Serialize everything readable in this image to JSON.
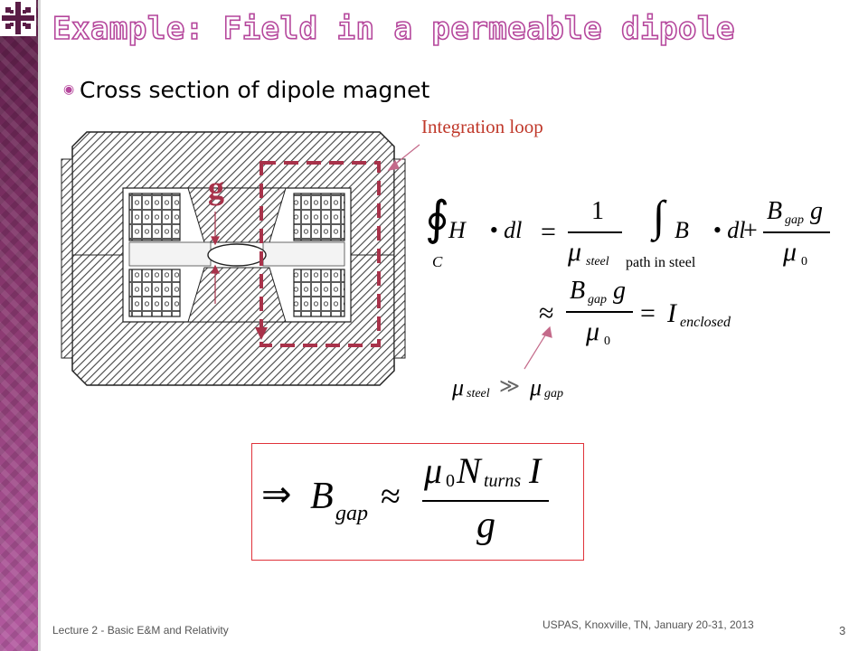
{
  "slide": {
    "title": "Example: Field in a permeable dipole",
    "bullet": "Cross section of dipole magnet",
    "annotation": "Integration loop",
    "gap_label": "g",
    "page_number": "3"
  },
  "equations": {
    "loop_integral": {
      "lhs_symbol": "∮",
      "lhs_field": "H⃗ • dl⃗",
      "lhs_subscript": "C",
      "equals": "=",
      "fraction_num": "1",
      "fraction_den_base": "μ",
      "fraction_den_sub": "steel",
      "rhs_integral": "∫",
      "rhs_field": "B⃗ • dl⃗",
      "rhs_subscript": "path in steel",
      "plus": "+",
      "gap_num": "B",
      "gap_num_sub": "gap",
      "gap_num_g": "g",
      "gap_den": "μ",
      "gap_den_sub": "0"
    },
    "approximation": {
      "approx": "≈",
      "num": "B",
      "num_sub": "gap",
      "num_g": "g",
      "den": "μ",
      "den_sub": "0",
      "equals": "=",
      "current": "I",
      "current_sub": "enclosed"
    },
    "condition": {
      "mu_steel": "μ",
      "mu_steel_sub": "steel",
      "relation": "≫",
      "mu_gap": "μ",
      "mu_gap_sub": "gap"
    },
    "result": {
      "implies": "⇒",
      "b": "B",
      "b_sub": "gap",
      "approx": "≈",
      "num_mu": "μ",
      "num_mu_sub": "0",
      "num_n": "N",
      "num_n_sub": "turns",
      "num_i": "I",
      "den": "g"
    }
  },
  "footer": {
    "left": "Lecture 2 - Basic E&M and Relativity",
    "right": "USPAS, Knoxville, TN, January 20-31, 2013"
  },
  "colors": {
    "accent": "#b5479c",
    "loop": "#a8324a",
    "result_border": "#e0323a",
    "annotation": "#c0392b"
  }
}
